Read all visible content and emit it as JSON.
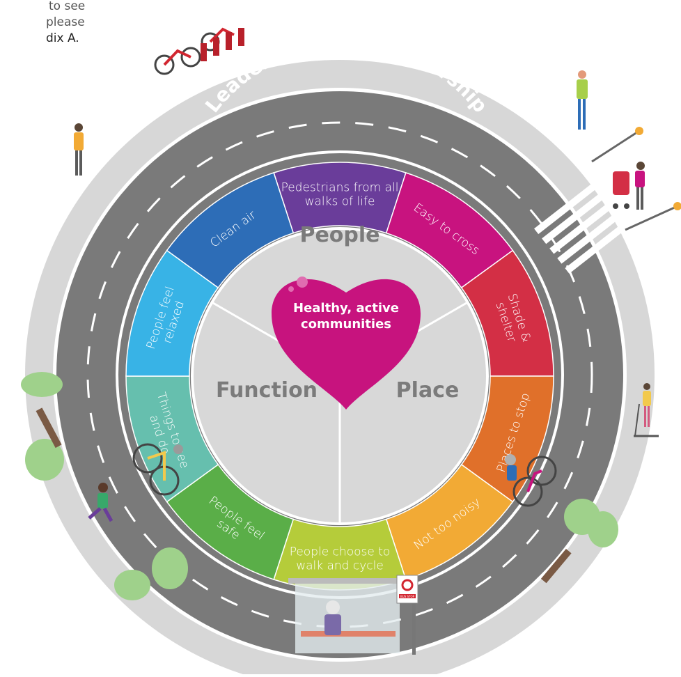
{
  "corner_note": {
    "line1": "to see",
    "line2": "please",
    "line3": "dix A."
  },
  "outer_ring_title": "Fairer Future",
  "inner_ring_title": "Leadership and partnership",
  "segments": [
    {
      "label": "Pedestrians from all walks of life",
      "color": "#6a3d9a"
    },
    {
      "label": "Easy to cross",
      "color": "#c8137f"
    },
    {
      "label": "Shade & shelter",
      "color": "#d32f45"
    },
    {
      "label": "Places to stop",
      "color": "#e0702a"
    },
    {
      "label": "Not too noisy",
      "color": "#f2aa35"
    },
    {
      "label": "People choose to walk and cycle",
      "color": "#b5cc3a"
    },
    {
      "label": "People feel safe",
      "color": "#5aae48"
    },
    {
      "label": "Things to see and do",
      "color": "#66bfae"
    },
    {
      "label": "People feel relaxed",
      "color": "#38b3e6"
    },
    {
      "label": "Clean air",
      "color": "#2d6db7"
    }
  ],
  "pillars": {
    "top": "People",
    "left": "Function",
    "right": "Place"
  },
  "heart": {
    "line1": "Healthy, active",
    "line2": "communities",
    "color": "#c7137e"
  },
  "bus_stop_sign": "BUS STOP",
  "icons": [
    "bicycle-rack-icon",
    "pedestrian-icon",
    "pedestrian-crossing-icon",
    "pushchair-icon",
    "scooter-icon",
    "cyclist-icon",
    "runner-icon",
    "tree-icon",
    "bench-icon",
    "bus-shelter-icon"
  ]
}
